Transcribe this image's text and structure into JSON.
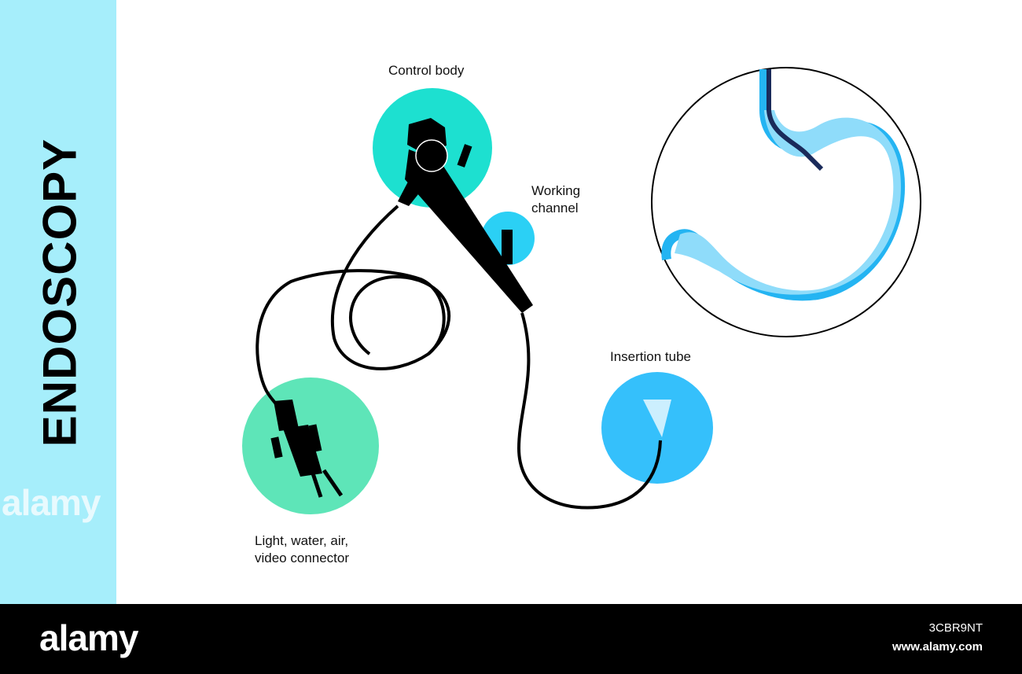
{
  "title": "ENDOSCOPY",
  "labels": {
    "control_body": "Control body",
    "working_channel_line1": "Working",
    "working_channel_line2": "channel",
    "insertion_tube": "Insertion tube",
    "connector_line1": "Light, water, air,",
    "connector_line2": "video connector"
  },
  "watermark": {
    "side": "alamy",
    "overlay": "alamy"
  },
  "footer": {
    "logo": "alamy",
    "image_id": "3CBR9NT",
    "url": "www.alamy.com"
  },
  "colors": {
    "sidebar": "#a6eefb",
    "control_body_circle": "#1de0d0",
    "working_channel_circle": "#2bd0f5",
    "connector_circle": "#5ee5b8",
    "insertion_tube_circle": "#35c0fb",
    "stomach": "#8fdcfa",
    "stomach_wall": "#24b4f2"
  }
}
